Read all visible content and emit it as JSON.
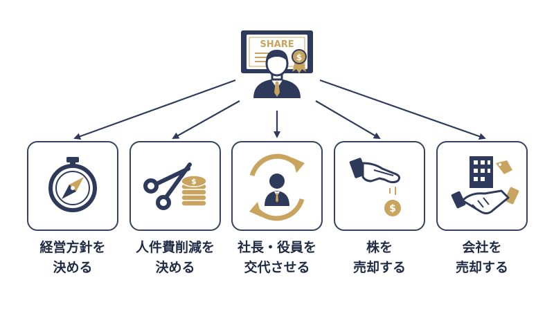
{
  "certificate": {
    "title": "SHARE",
    "seal_symbol": "$"
  },
  "coin_symbol": "$",
  "colors": {
    "navy": "#2e3a5c",
    "gold": "#c8a45f",
    "text": "#1f2a44",
    "border": "#35415f"
  },
  "actions": [
    {
      "icon": "compass-icon",
      "line1": "経営方針を",
      "line2": "決める"
    },
    {
      "icon": "scissors-coins-icon",
      "line1": "人件費削減を",
      "line2": "決める"
    },
    {
      "icon": "executive-rotation-icon",
      "line1": "社長・役員を",
      "line2": "交代させる"
    },
    {
      "icon": "hand-dropping-coin-icon",
      "line1": "株を",
      "line2": "売却する"
    },
    {
      "icon": "building-handshake-icon",
      "line1": "会社を",
      "line2": "売却する"
    }
  ]
}
